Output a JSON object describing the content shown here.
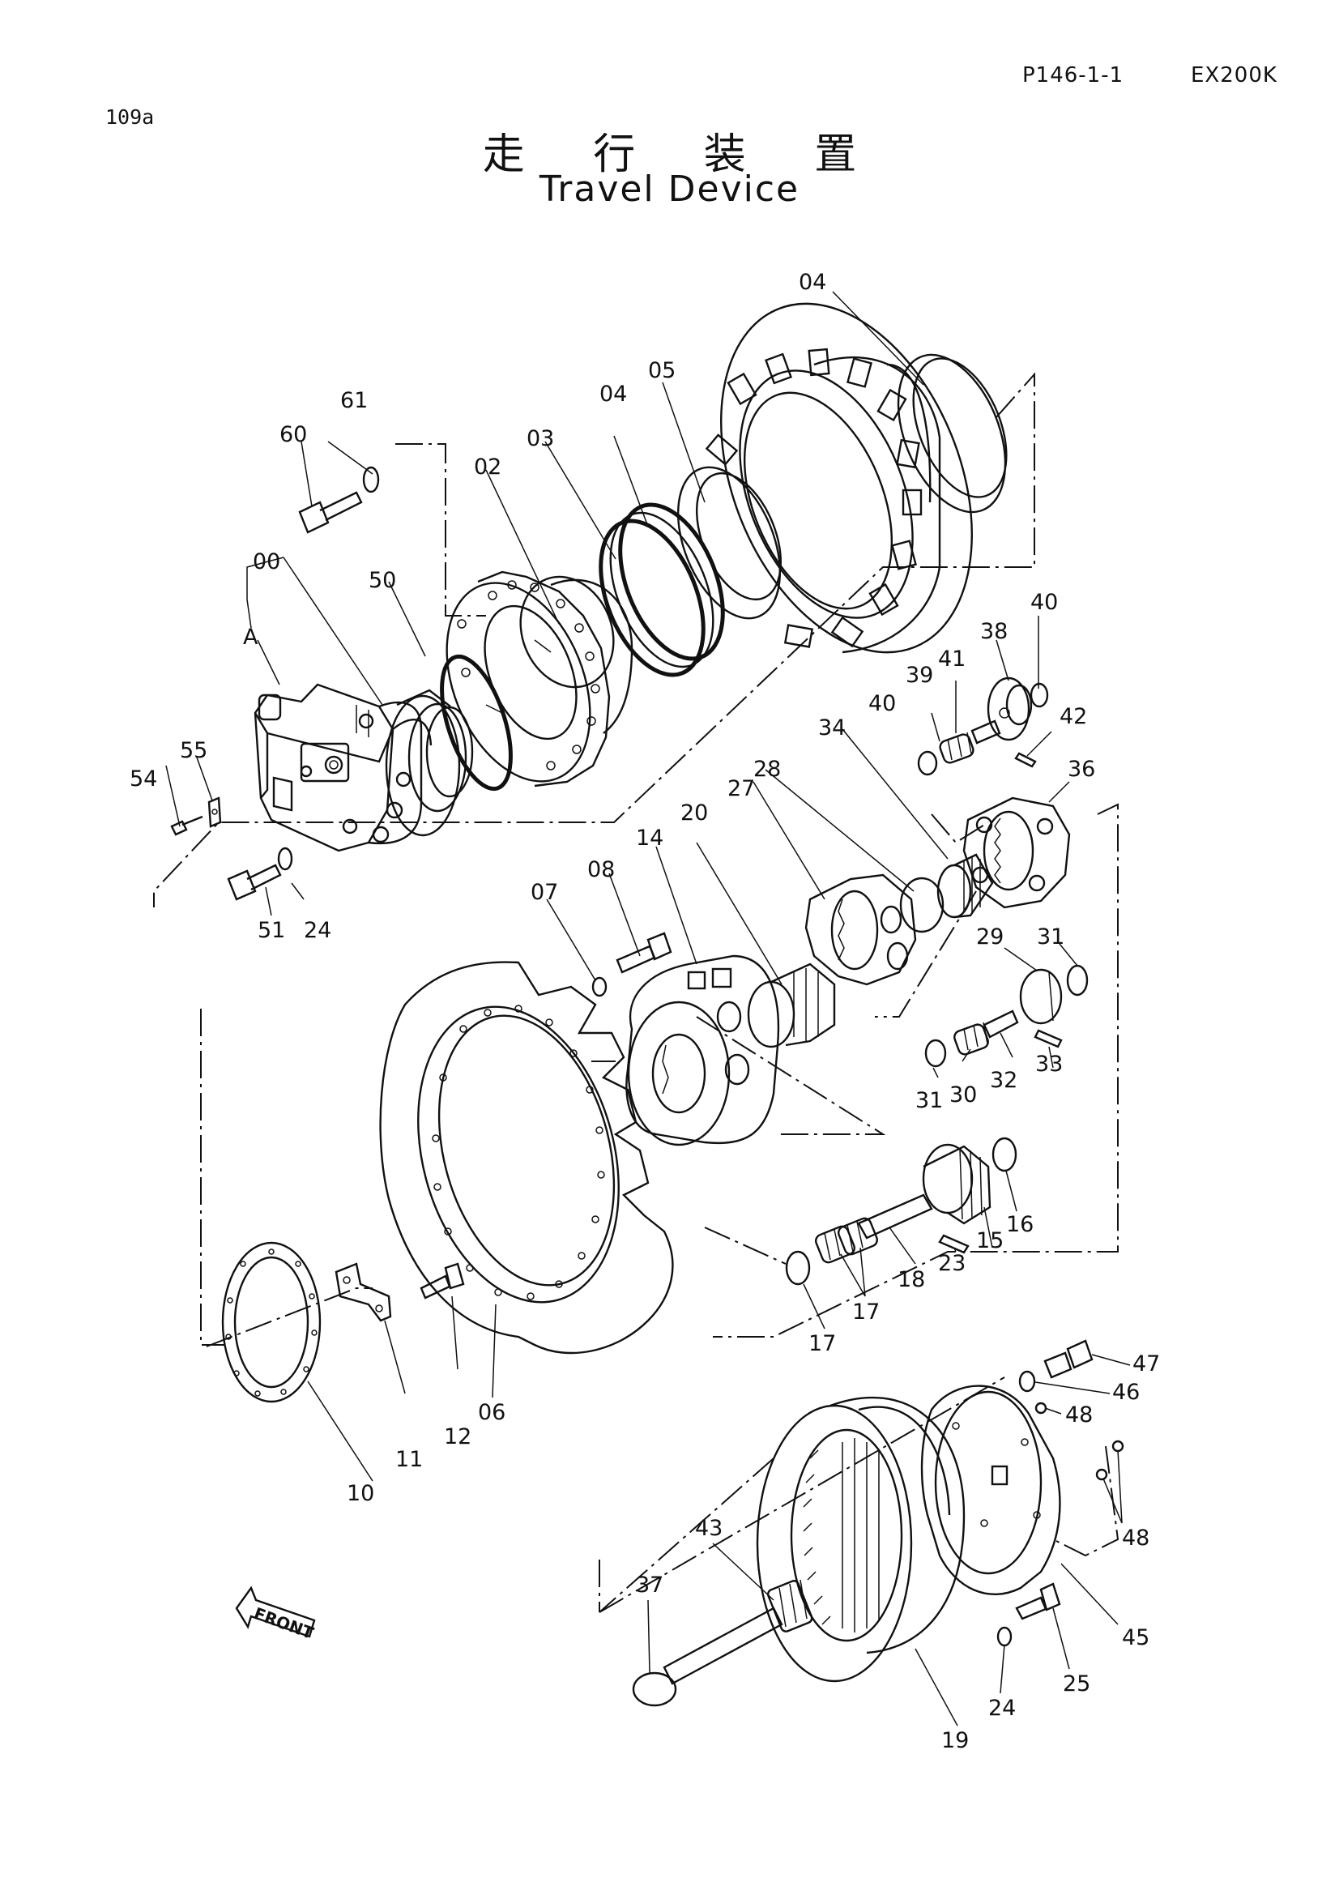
{
  "header": {
    "page_code": "P146-1-1",
    "model": "EX200K",
    "sheet": "109a"
  },
  "title": {
    "japanese": "走 行 装 置",
    "english": "Travel Device"
  },
  "diagram": {
    "assembly_marker": "A",
    "front_marker": "FRONT",
    "part_labels": [
      "00",
      "02",
      "03",
      "04",
      "04",
      "05",
      "06",
      "07",
      "08",
      "10",
      "11",
      "12",
      "14",
      "15",
      "16",
      "17",
      "17",
      "18",
      "19",
      "20",
      "23",
      "24",
      "24",
      "25",
      "27",
      "28",
      "29",
      "30",
      "31",
      "31",
      "32",
      "33",
      "34",
      "36",
      "37",
      "38",
      "39",
      "40",
      "40",
      "41",
      "42",
      "43",
      "45",
      "46",
      "47",
      "48",
      "48",
      "50",
      "51",
      "54",
      "55",
      "60",
      "61"
    ]
  }
}
